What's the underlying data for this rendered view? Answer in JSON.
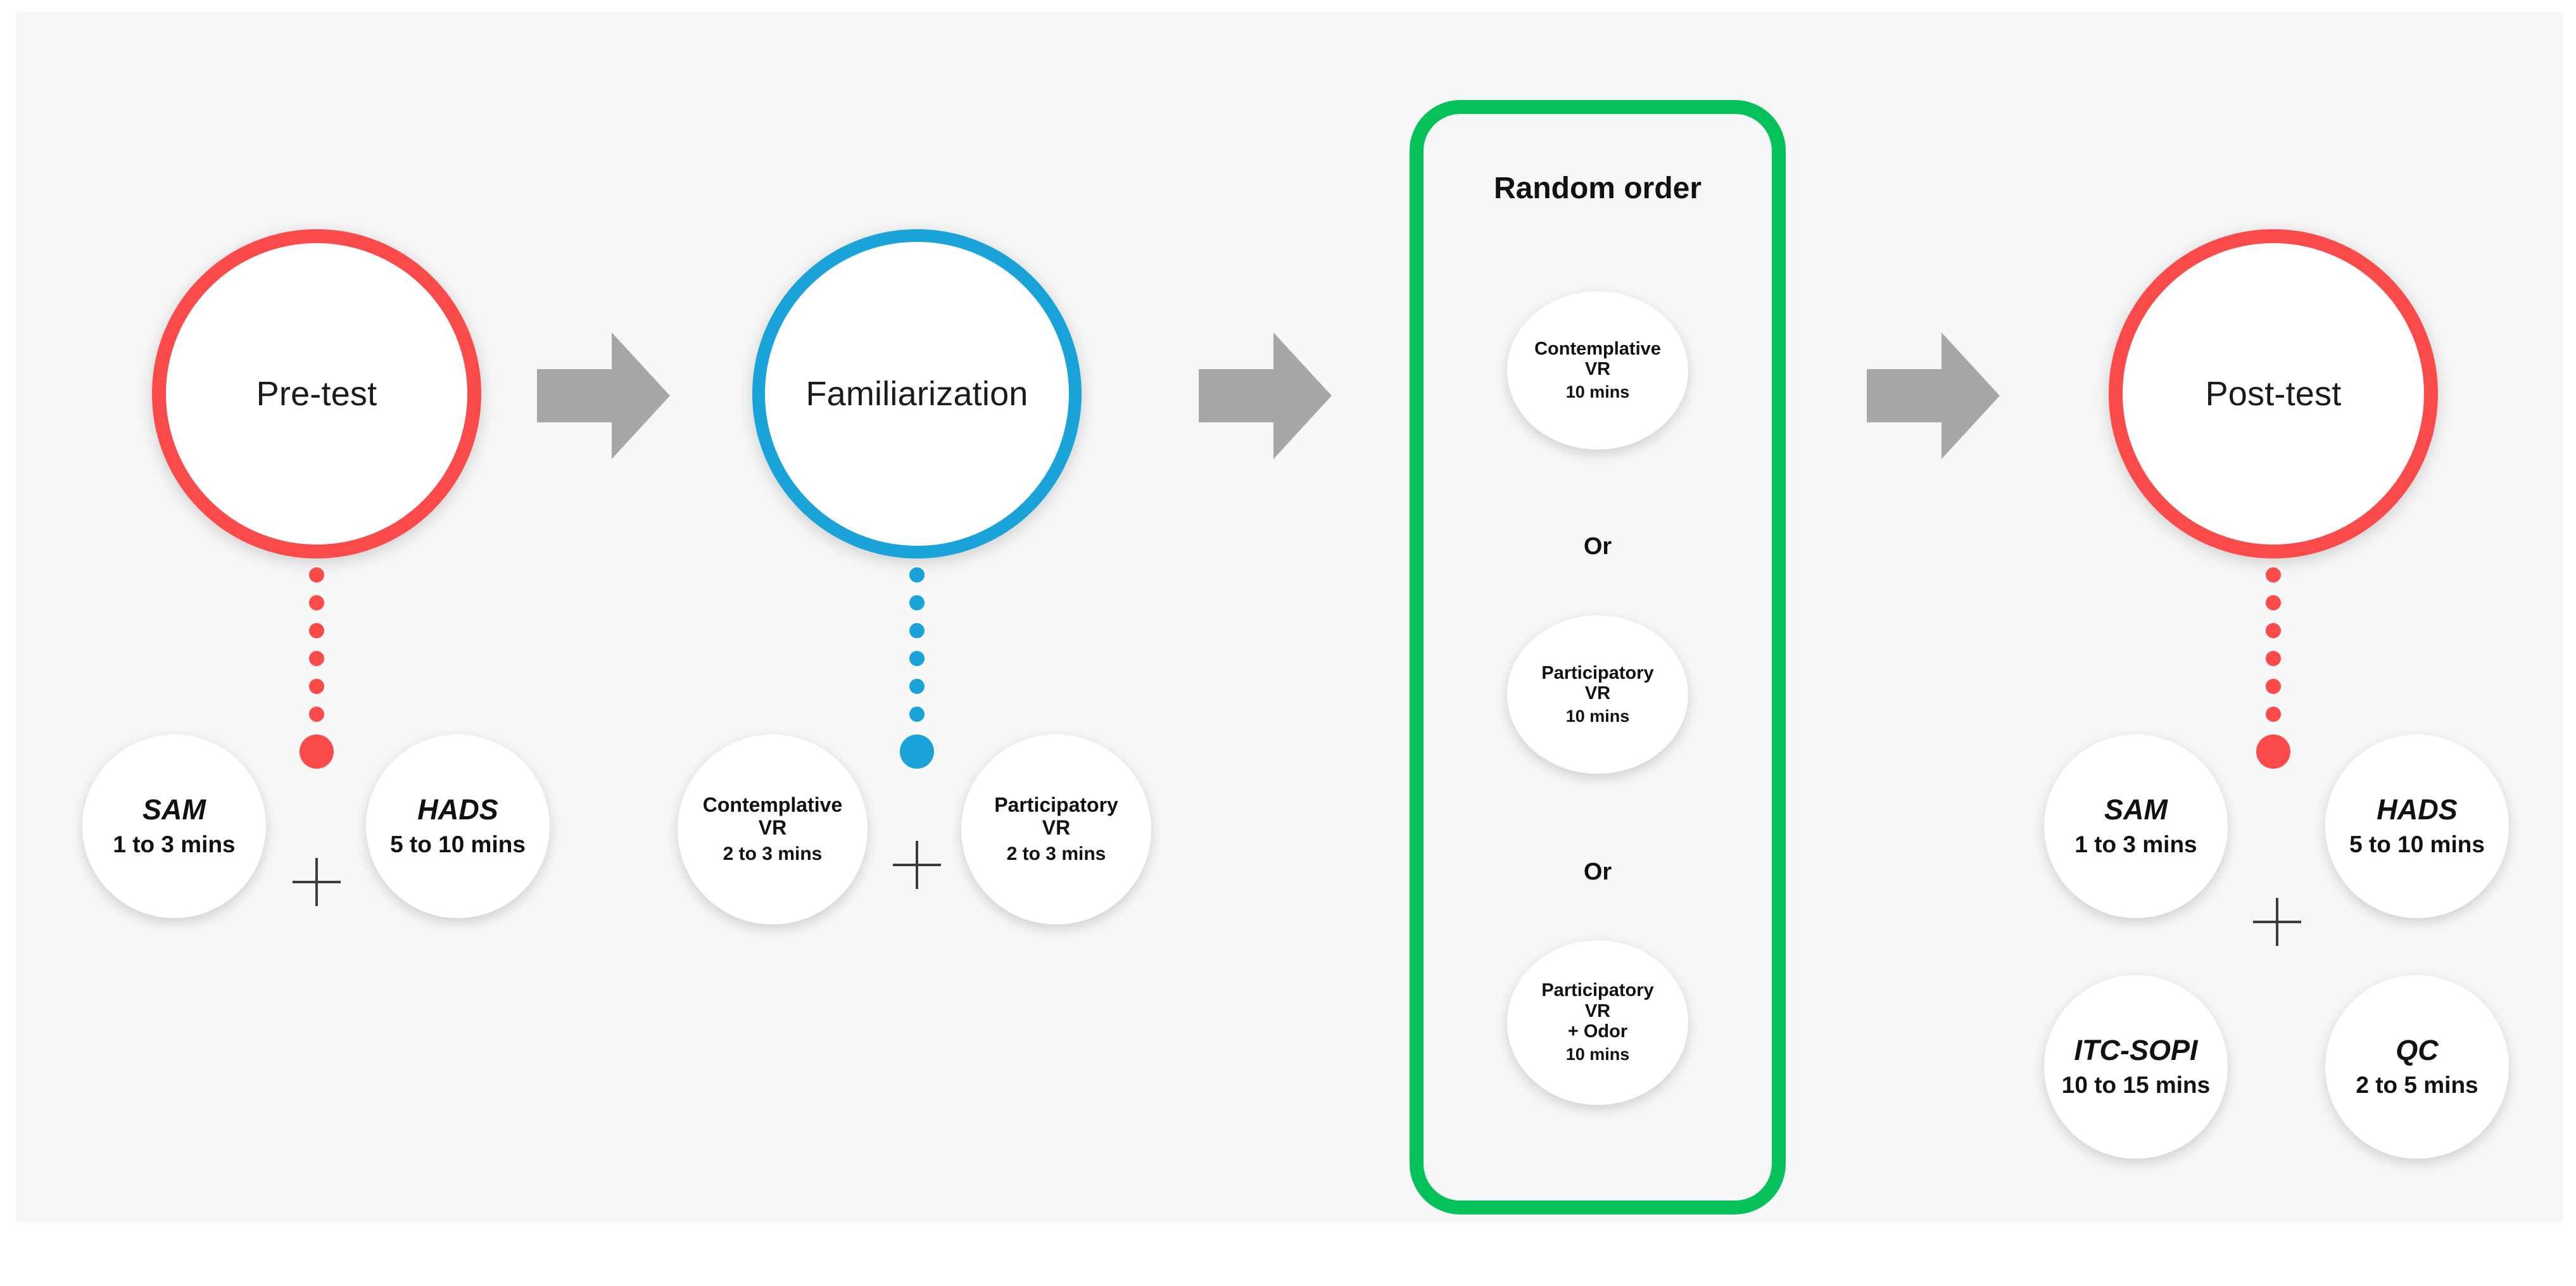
{
  "canvas": {
    "background": "#f7f7f7",
    "page_background": "#ffffff"
  },
  "colors": {
    "red": "#fb4a4a",
    "blue": "#1aa3d8",
    "green": "#05c15a",
    "arrow_gray": "#a7a7a7",
    "text_dark": "#111111",
    "bubble_white": "#ffffff"
  },
  "stages": [
    {
      "id": "pre-test",
      "label": "Pre-test",
      "ring_color": "#fb4a4a"
    },
    {
      "id": "familiarization",
      "label": "Familiarization",
      "ring_color": "#1aa3d8"
    },
    {
      "id": "post-test",
      "label": "Post-test",
      "ring_color": "#fb4a4a"
    }
  ],
  "arrows": [
    {
      "id": "arrow-1",
      "direction": "right",
      "color": "#a7a7a7"
    },
    {
      "id": "arrow-2",
      "direction": "right",
      "color": "#a7a7a7"
    },
    {
      "id": "arrow-3",
      "direction": "right",
      "color": "#a7a7a7"
    }
  ],
  "pretest_measures": [
    {
      "id": "pretest-sam",
      "name": "SAM",
      "duration": "1 to 3 mins",
      "style": "italic"
    },
    {
      "id": "pretest-hads",
      "name": "HADS",
      "duration": "5 to 10 mins",
      "style": "italic"
    }
  ],
  "pretest_operator": "+",
  "familiarization_measures": [
    {
      "id": "fam-contemplative",
      "name": "Contemplative",
      "name2": "VR",
      "duration": "2 to 3 mins",
      "style": "upright"
    },
    {
      "id": "fam-participatory",
      "name": "Participatory",
      "name2": "VR",
      "duration": "2 to 3 mins",
      "style": "upright"
    }
  ],
  "familiarization_operator": "+",
  "random_order": {
    "title": "Random order",
    "border_color": "#05c15a",
    "separator_label": "Or",
    "options": [
      {
        "id": "ro-contemplative",
        "line1": "Contemplative",
        "line2": "VR",
        "line3": "",
        "duration": "10 mins"
      },
      {
        "id": "ro-participatory",
        "line1": "Participatory",
        "line2": "VR",
        "line3": "",
        "duration": "10 mins"
      },
      {
        "id": "ro-participatory-odor",
        "line1": "Participatory",
        "line2": "VR",
        "line3": "+ Odor",
        "duration": "10 mins"
      }
    ]
  },
  "posttest_measures": [
    {
      "id": "posttest-sam",
      "name": "SAM",
      "duration": "1 to 3 mins",
      "style": "italic"
    },
    {
      "id": "posttest-hads",
      "name": "HADS",
      "duration": "5 to 10 mins",
      "style": "italic"
    },
    {
      "id": "posttest-itc-sopi",
      "name": "ITC-SOPI",
      "duration": "10 to 15 mins",
      "style": "italic"
    },
    {
      "id": "posttest-qc",
      "name": "QC",
      "duration": "2 to 5 mins",
      "style": "italic"
    }
  ],
  "posttest_operator": "+"
}
